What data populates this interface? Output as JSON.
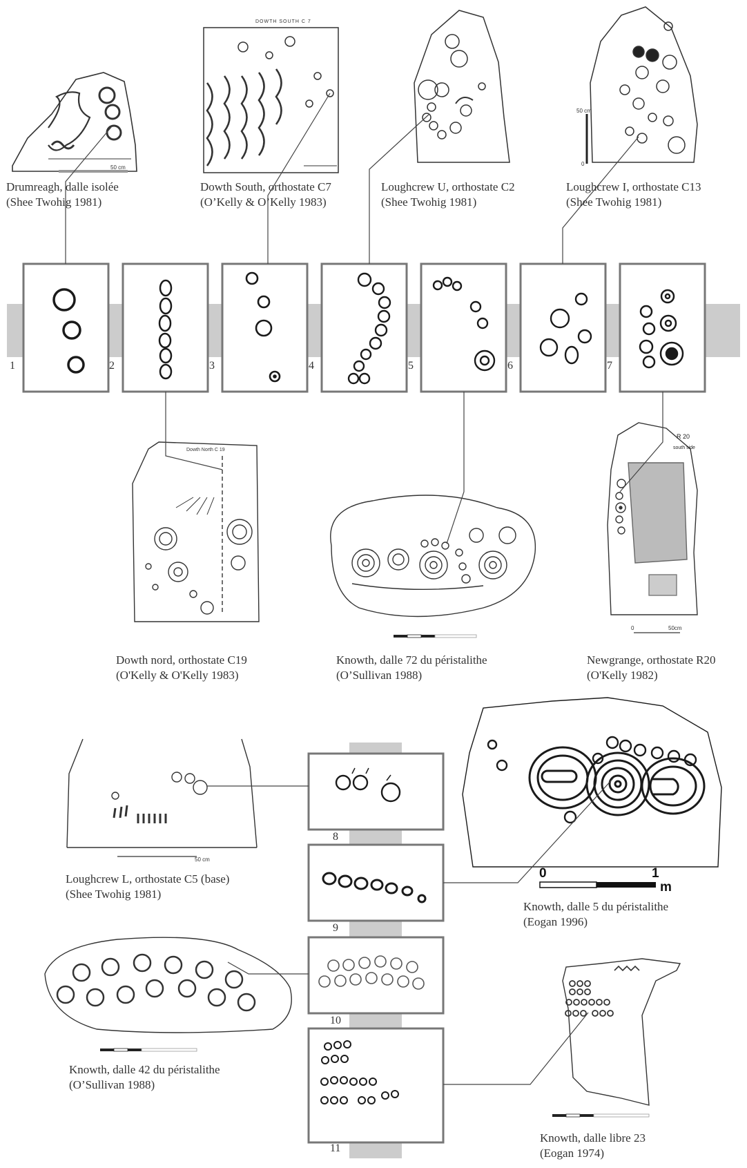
{
  "panels_top": [
    {
      "number": "1"
    },
    {
      "number": "2"
    },
    {
      "number": "3"
    },
    {
      "number": "4"
    },
    {
      "number": "5"
    },
    {
      "number": "6"
    },
    {
      "number": "7"
    }
  ],
  "panels_bottom": [
    {
      "number": "8"
    },
    {
      "number": "9"
    },
    {
      "number": "10"
    },
    {
      "number": "11"
    }
  ],
  "captions": {
    "drumreagh": [
      "Drumreagh, dalle isolée",
      "(Shee Twohig 1981)"
    ],
    "dowth_south": [
      "Dowth South, orthostate C7",
      "(O’Kelly & O’Kelly 1983)"
    ],
    "loughcrew_u": [
      "Loughcrew U, orthostate C2",
      "(Shee Twohig 1981)"
    ],
    "loughcrew_i": [
      "Loughcrew I, orthostate C13",
      "(Shee Twohig 1981)"
    ],
    "dowth_nord": [
      "Dowth nord, orthostate C19",
      "(O'Kelly & O'Kelly 1983)"
    ],
    "knowth_72": [
      "Knowth, dalle 72 du péristalithe",
      "(O’Sullivan 1988)"
    ],
    "newgrange": [
      "Newgrange, orthostate R20",
      "(O'Kelly 1982)"
    ],
    "loughcrew_l": [
      "Loughcrew L, orthostate C5 (base)",
      "(Shee Twohig 1981)"
    ],
    "knowth_5": [
      "Knowth, dalle 5 du péristalithe",
      "(Eogan 1996)"
    ],
    "knowth_42": [
      "Knowth, dalle 42 du péristalithe",
      "(O’Sullivan 1988)"
    ],
    "knowth_23": [
      "Knowth, dalle libre 23",
      "(Eogan 1974)"
    ]
  },
  "scale_labels": {
    "drumreagh": "50 cm",
    "loughcrew_i_top": "50 cm",
    "loughcrew_i_bottom": "0",
    "newgrange_zero": "0",
    "newgrange_50": "50cm",
    "newgrange_tag": "R 20",
    "newgrange_side": "south side",
    "loughcrew_l": "50 cm",
    "knowth5_zero": "0",
    "knowth5_one": "1",
    "knowth5_unit": "m",
    "dowth_south_title": "DOWTH SOUTH  C 7",
    "dowth_nord_title": "Dowth North  C 19"
  },
  "colors": {
    "band": "#cccccc",
    "frame": "#777777",
    "ink": "#1a1a1a",
    "line": "#444444"
  }
}
